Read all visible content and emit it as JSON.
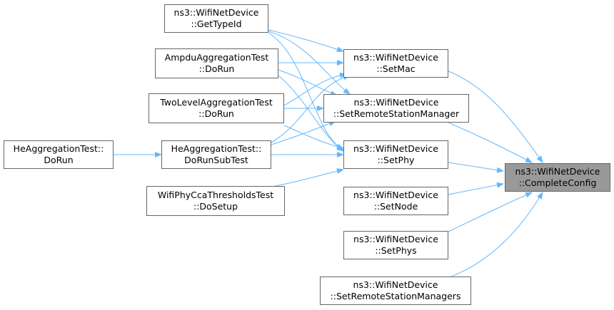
{
  "graph": {
    "colors": {
      "edge": "#63b8ff",
      "node_border": "#666666",
      "focus_fill": "#999999",
      "node_fill": "#ffffff"
    },
    "nodes": {
      "complete_config": {
        "line1": "ns3::WifiNetDevice",
        "line2": "::CompleteConfig"
      },
      "set_mac": {
        "line1": "ns3::WifiNetDevice",
        "line2": "::SetMac"
      },
      "set_rsm": {
        "line1": "ns3::WifiNetDevice",
        "line2": "::SetRemoteStationManager"
      },
      "set_phy": {
        "line1": "ns3::WifiNetDevice",
        "line2": "::SetPhy"
      },
      "set_node": {
        "line1": "ns3::WifiNetDevice",
        "line2": "::SetNode"
      },
      "set_phys": {
        "line1": "ns3::WifiNetDevice",
        "line2": "::SetPhys"
      },
      "set_rsms": {
        "line1": "ns3::WifiNetDevice",
        "line2": "::SetRemoteStationManagers"
      },
      "get_type_id": {
        "line1": "ns3::WifiNetDevice",
        "line2": "::GetTypeId"
      },
      "ampdu_do_run": {
        "line1": "AmpduAggregationTest",
        "line2": "::DoRun"
      },
      "twolevel_do_run": {
        "line1": "TwoLevelAggregationTest",
        "line2": "::DoRun"
      },
      "he_do_run_sub": {
        "line1": "HeAggregationTest::",
        "line2": "DoRunSubTest"
      },
      "cca_do_setup": {
        "line1": "WifiPhyCcaThresholdsTest",
        "line2": "::DoSetup"
      },
      "he_do_run": {
        "line1": "HeAggregationTest::",
        "line2": "DoRun"
      }
    }
  }
}
